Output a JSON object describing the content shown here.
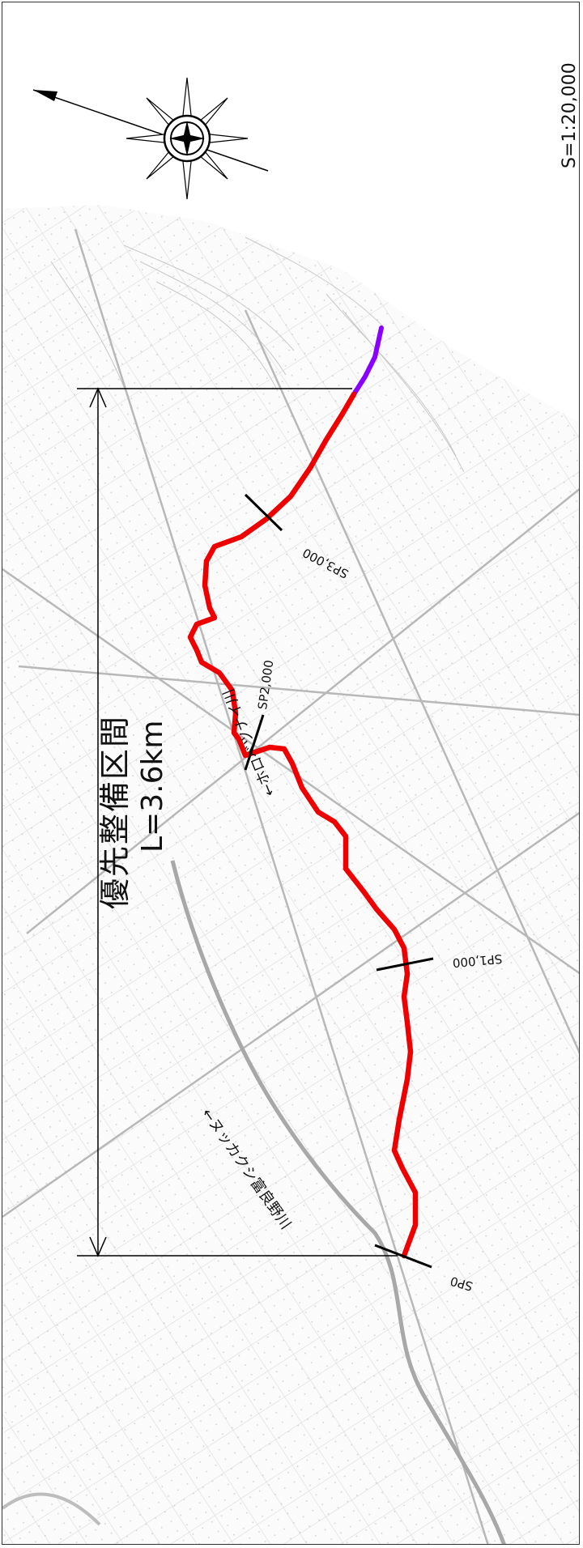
{
  "map": {
    "scale": "S=1:20,000",
    "section_title": "優先整備区間",
    "section_length": "L=3.6km",
    "river_labels": [
      "←ホロベツナイ川",
      "←ヌッカクシ富良野川"
    ],
    "stations": [
      "SP0",
      "SP1,000",
      "SP2,000",
      "SP3,000"
    ],
    "route_color": "#ee0000",
    "upstream_color": "#8a00ff"
  }
}
